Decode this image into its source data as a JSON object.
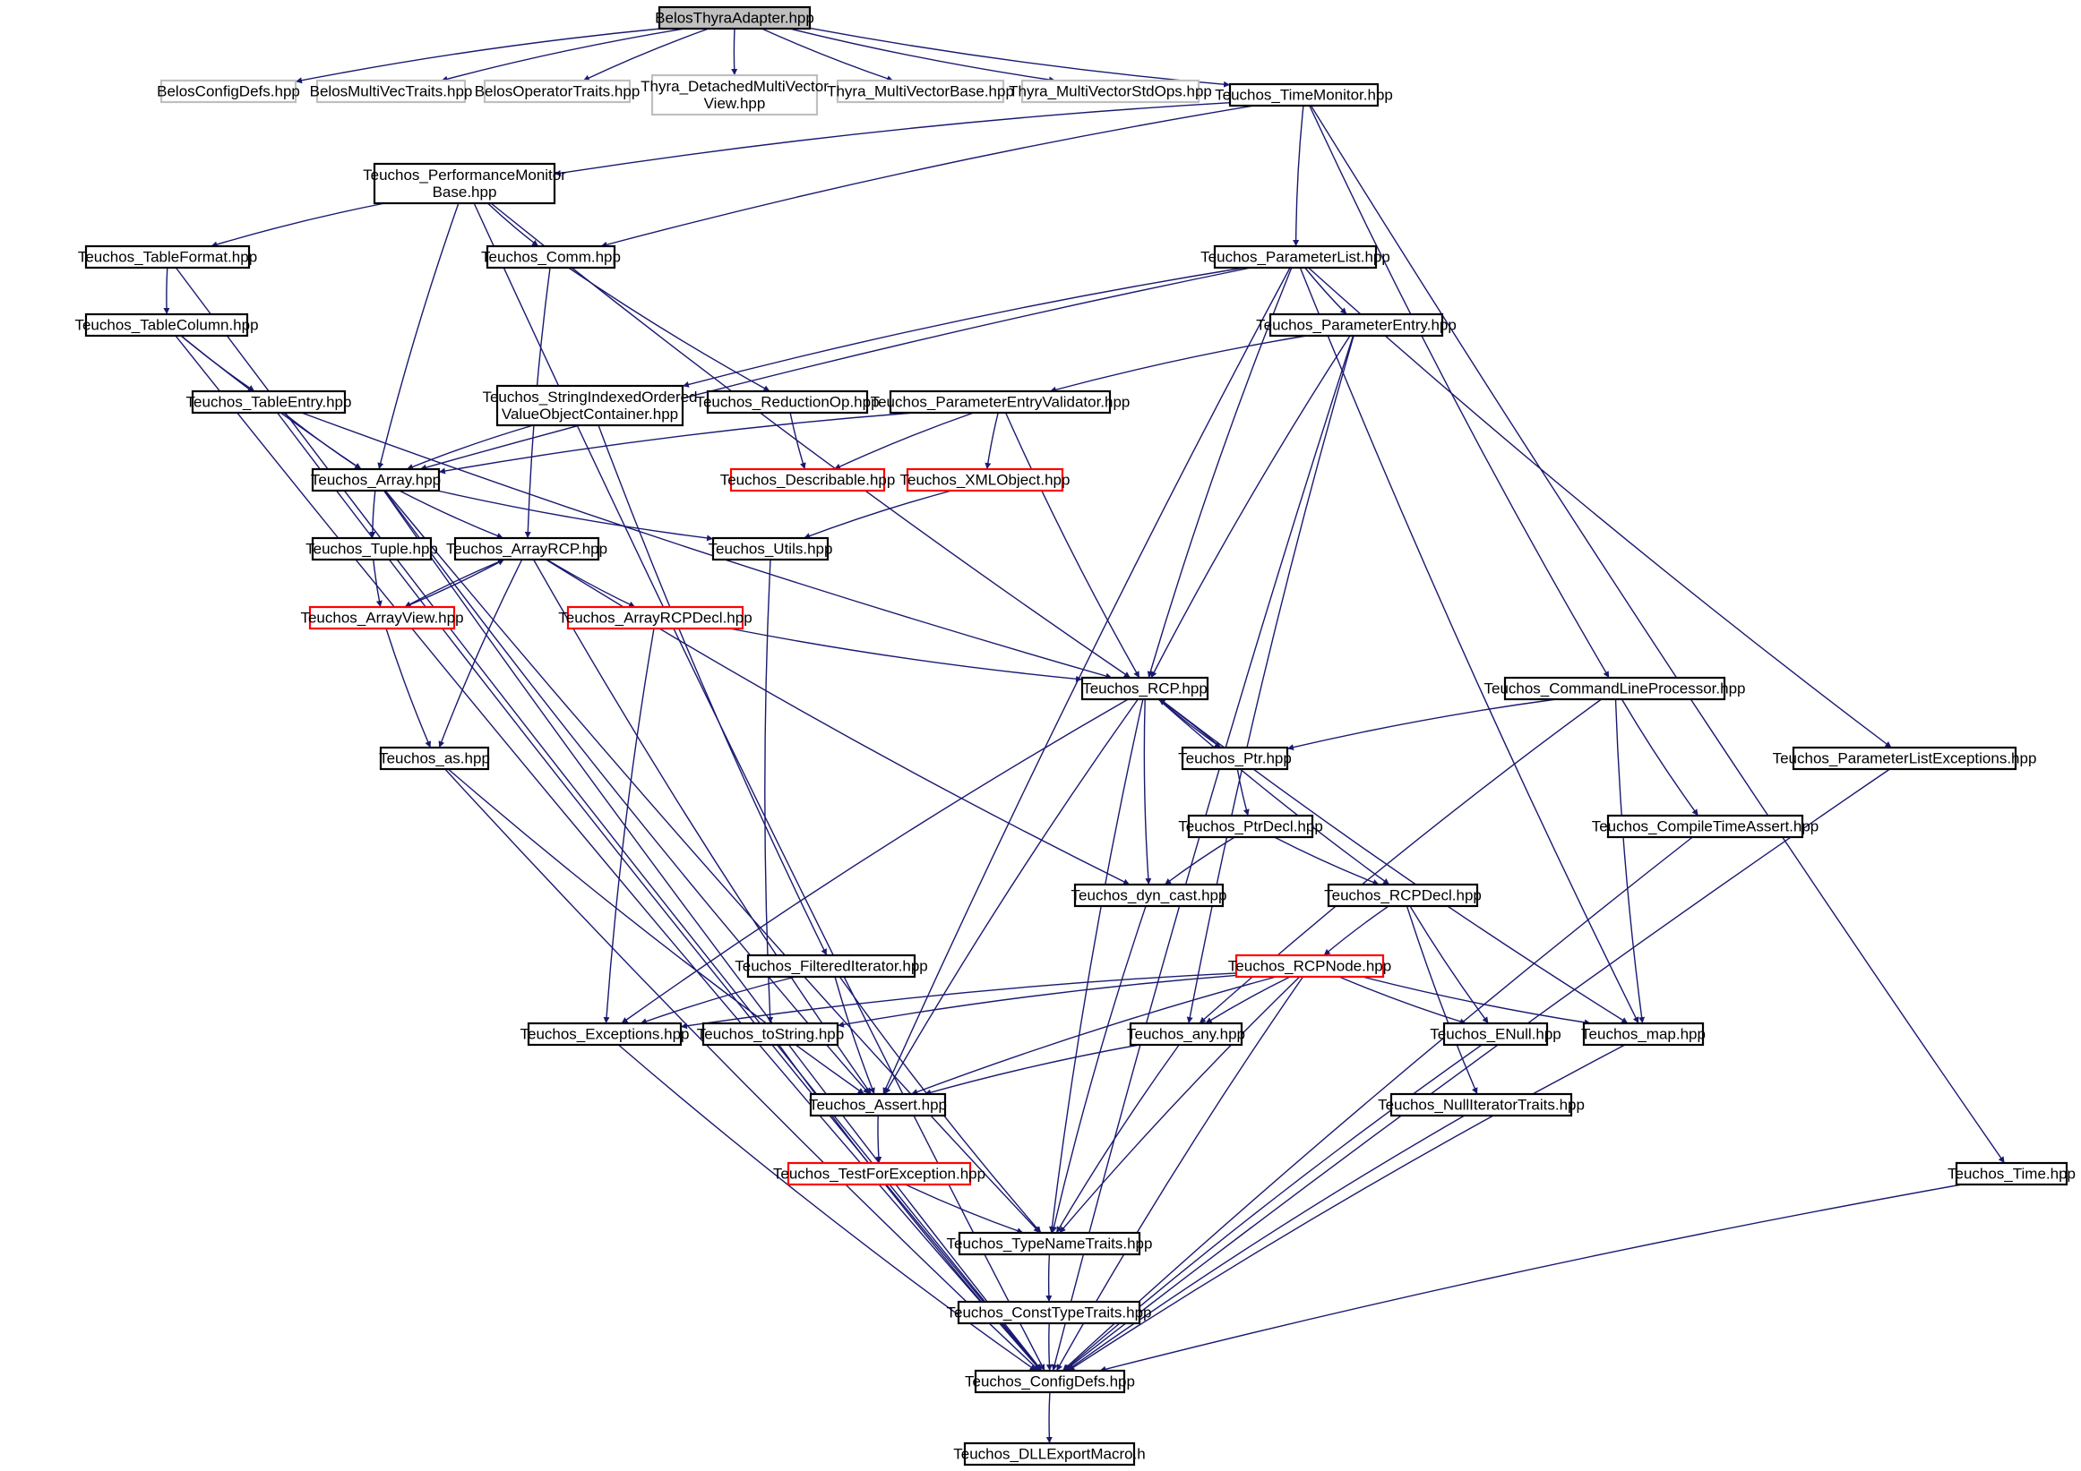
{
  "graph": {
    "colors": {
      "edge": "#191970",
      "root_fill": "#bfbfbf",
      "root_stroke": "#000000",
      "normal_stroke": "#000000",
      "external_stroke": "#bfbfbf",
      "truncated_stroke": "#ff0000",
      "node_fill": "#ffffff"
    },
    "nodes": [
      {
        "id": "root",
        "lines": [
          "BelosThyraAdapter.hpp"
        ],
        "kind": "root"
      },
      {
        "id": "belos_config",
        "lines": [
          "BelosConfigDefs.hpp"
        ],
        "kind": "external"
      },
      {
        "id": "belos_mvt",
        "lines": [
          "BelosMultiVecTraits.hpp"
        ],
        "kind": "external"
      },
      {
        "id": "belos_opt",
        "lines": [
          "BelosOperatorTraits.hpp"
        ],
        "kind": "external"
      },
      {
        "id": "thyra_dmvv",
        "lines": [
          "Thyra_DetachedMultiVector",
          "View.hpp"
        ],
        "kind": "external"
      },
      {
        "id": "thyra_mvb",
        "lines": [
          "Thyra_MultiVectorBase.hpp"
        ],
        "kind": "external"
      },
      {
        "id": "thyra_mvso",
        "lines": [
          "Thyra_MultiVectorStdOps.hpp"
        ],
        "kind": "external"
      },
      {
        "id": "time_monitor",
        "lines": [
          "Teuchos_TimeMonitor.hpp"
        ],
        "kind": "normal"
      },
      {
        "id": "perf_mon",
        "lines": [
          "Teuchos_PerformanceMonitor",
          "Base.hpp"
        ],
        "kind": "normal"
      },
      {
        "id": "table_format",
        "lines": [
          "Teuchos_TableFormat.hpp"
        ],
        "kind": "normal"
      },
      {
        "id": "comm",
        "lines": [
          "Teuchos_Comm.hpp"
        ],
        "kind": "normal"
      },
      {
        "id": "param_list",
        "lines": [
          "Teuchos_ParameterList.hpp"
        ],
        "kind": "normal"
      },
      {
        "id": "table_column",
        "lines": [
          "Teuchos_TableColumn.hpp"
        ],
        "kind": "normal"
      },
      {
        "id": "param_entry",
        "lines": [
          "Teuchos_ParameterEntry.hpp"
        ],
        "kind": "normal"
      },
      {
        "id": "table_entry",
        "lines": [
          "Teuchos_TableEntry.hpp"
        ],
        "kind": "normal"
      },
      {
        "id": "siovoc",
        "lines": [
          "Teuchos_StringIndexedOrdered",
          "ValueObjectContainer.hpp"
        ],
        "kind": "normal"
      },
      {
        "id": "reduction_op",
        "lines": [
          "Teuchos_ReductionOp.hpp"
        ],
        "kind": "normal"
      },
      {
        "id": "pev",
        "lines": [
          "Teuchos_ParameterEntryValidator.hpp"
        ],
        "kind": "normal"
      },
      {
        "id": "describable",
        "lines": [
          "Teuchos_Describable.hpp"
        ],
        "kind": "truncated"
      },
      {
        "id": "xmlobject",
        "lines": [
          "Teuchos_XMLObject.hpp"
        ],
        "kind": "truncated"
      },
      {
        "id": "array",
        "lines": [
          "Teuchos_Array.hpp"
        ],
        "kind": "normal"
      },
      {
        "id": "tuple",
        "lines": [
          "Teuchos_Tuple.hpp"
        ],
        "kind": "normal"
      },
      {
        "id": "array_rcp",
        "lines": [
          "Teuchos_ArrayRCP.hpp"
        ],
        "kind": "normal"
      },
      {
        "id": "utils",
        "lines": [
          "Teuchos_Utils.hpp"
        ],
        "kind": "normal"
      },
      {
        "id": "array_view",
        "lines": [
          "Teuchos_ArrayView.hpp"
        ],
        "kind": "truncated"
      },
      {
        "id": "array_rcp_decl",
        "lines": [
          "Teuchos_ArrayRCPDecl.hpp"
        ],
        "kind": "truncated"
      },
      {
        "id": "rcp",
        "lines": [
          "Teuchos_RCP.hpp"
        ],
        "kind": "normal"
      },
      {
        "id": "clp",
        "lines": [
          "Teuchos_CommandLineProcessor.hpp"
        ],
        "kind": "normal"
      },
      {
        "id": "as",
        "lines": [
          "Teuchos_as.hpp"
        ],
        "kind": "normal"
      },
      {
        "id": "ptr",
        "lines": [
          "Teuchos_Ptr.hpp"
        ],
        "kind": "normal"
      },
      {
        "id": "ple",
        "lines": [
          "Teuchos_ParameterListExceptions.hpp"
        ],
        "kind": "normal"
      },
      {
        "id": "ptr_decl",
        "lines": [
          "Teuchos_PtrDecl.hpp"
        ],
        "kind": "normal"
      },
      {
        "id": "cta",
        "lines": [
          "Teuchos_CompileTimeAssert.hpp"
        ],
        "kind": "normal"
      },
      {
        "id": "dyn_cast",
        "lines": [
          "Teuchos_dyn_cast.hpp"
        ],
        "kind": "normal"
      },
      {
        "id": "rcp_decl",
        "lines": [
          "Teuchos_RCPDecl.hpp"
        ],
        "kind": "normal"
      },
      {
        "id": "filtered_iter",
        "lines": [
          "Teuchos_FilteredIterator.hpp"
        ],
        "kind": "normal"
      },
      {
        "id": "rcp_node",
        "lines": [
          "Teuchos_RCPNode.hpp"
        ],
        "kind": "truncated"
      },
      {
        "id": "exceptions",
        "lines": [
          "Teuchos_Exceptions.hpp"
        ],
        "kind": "normal"
      },
      {
        "id": "tostring",
        "lines": [
          "Teuchos_toString.hpp"
        ],
        "kind": "normal"
      },
      {
        "id": "any",
        "lines": [
          "Teuchos_any.hpp"
        ],
        "kind": "normal"
      },
      {
        "id": "enull",
        "lines": [
          "Teuchos_ENull.hpp"
        ],
        "kind": "normal"
      },
      {
        "id": "map",
        "lines": [
          "Teuchos_map.hpp"
        ],
        "kind": "normal"
      },
      {
        "id": "assert",
        "lines": [
          "Teuchos_Assert.hpp"
        ],
        "kind": "normal"
      },
      {
        "id": "null_iter",
        "lines": [
          "Teuchos_NullIteratorTraits.hpp"
        ],
        "kind": "normal"
      },
      {
        "id": "test_for_exc",
        "lines": [
          "Teuchos_TestForException.hpp"
        ],
        "kind": "truncated"
      },
      {
        "id": "time",
        "lines": [
          "Teuchos_Time.hpp"
        ],
        "kind": "normal"
      },
      {
        "id": "typename_traits",
        "lines": [
          "Teuchos_TypeNameTraits.hpp"
        ],
        "kind": "normal"
      },
      {
        "id": "const_type_traits",
        "lines": [
          "Teuchos_ConstTypeTraits.hpp"
        ],
        "kind": "normal"
      },
      {
        "id": "config_defs",
        "lines": [
          "Teuchos_ConfigDefs.hpp"
        ],
        "kind": "normal"
      },
      {
        "id": "dll_export",
        "lines": [
          "Teuchos_DLLExportMacro.h"
        ],
        "kind": "normal"
      }
    ],
    "edges": [
      [
        "root",
        "belos_config"
      ],
      [
        "root",
        "belos_mvt"
      ],
      [
        "root",
        "belos_opt"
      ],
      [
        "root",
        "thyra_dmvv"
      ],
      [
        "root",
        "thyra_mvb"
      ],
      [
        "root",
        "thyra_mvso"
      ],
      [
        "root",
        "time_monitor"
      ],
      [
        "time_monitor",
        "perf_mon"
      ],
      [
        "time_monitor",
        "comm"
      ],
      [
        "time_monitor",
        "param_list"
      ],
      [
        "time_monitor",
        "clp"
      ],
      [
        "time_monitor",
        "time"
      ],
      [
        "perf_mon",
        "table_format"
      ],
      [
        "perf_mon",
        "comm"
      ],
      [
        "perf_mon",
        "array"
      ],
      [
        "perf_mon",
        "rcp"
      ],
      [
        "perf_mon",
        "config_defs"
      ],
      [
        "table_format",
        "table_column"
      ],
      [
        "table_format",
        "config_defs"
      ],
      [
        "table_column",
        "table_entry"
      ],
      [
        "table_column",
        "array"
      ],
      [
        "table_column",
        "config_defs"
      ],
      [
        "table_entry",
        "array"
      ],
      [
        "table_entry",
        "rcp"
      ],
      [
        "table_entry",
        "config_defs"
      ],
      [
        "comm",
        "reduction_op"
      ],
      [
        "comm",
        "array_rcp"
      ],
      [
        "reduction_op",
        "describable"
      ],
      [
        "param_list",
        "param_entry"
      ],
      [
        "param_list",
        "siovoc"
      ],
      [
        "param_list",
        "array"
      ],
      [
        "param_list",
        "rcp"
      ],
      [
        "param_list",
        "assert"
      ],
      [
        "param_list",
        "map"
      ],
      [
        "param_list",
        "ple"
      ],
      [
        "param_entry",
        "pev"
      ],
      [
        "param_entry",
        "rcp"
      ],
      [
        "param_entry",
        "any"
      ],
      [
        "param_entry",
        "config_defs"
      ],
      [
        "siovoc",
        "array"
      ],
      [
        "siovoc",
        "filtered_iter"
      ],
      [
        "pev",
        "array"
      ],
      [
        "pev",
        "describable"
      ],
      [
        "pev",
        "xmlobject"
      ],
      [
        "pev",
        "rcp"
      ],
      [
        "xmlobject",
        "utils"
      ],
      [
        "array",
        "tuple"
      ],
      [
        "array",
        "array_rcp"
      ],
      [
        "array",
        "utils"
      ],
      [
        "array",
        "assert"
      ],
      [
        "array",
        "typename_traits"
      ],
      [
        "array",
        "config_defs"
      ],
      [
        "tuple",
        "array_view"
      ],
      [
        "array_rcp",
        "array_view"
      ],
      [
        "array_rcp",
        "array_rcp_decl"
      ],
      [
        "array_rcp",
        "as"
      ],
      [
        "array_rcp",
        "assert"
      ],
      [
        "array_rcp",
        "dyn_cast"
      ],
      [
        "array_view",
        "array_rcp"
      ],
      [
        "array_view",
        "as"
      ],
      [
        "utils",
        "tostring"
      ],
      [
        "array_rcp_decl",
        "rcp"
      ],
      [
        "array_rcp_decl",
        "exceptions"
      ],
      [
        "rcp",
        "ptr"
      ],
      [
        "rcp",
        "dyn_cast"
      ],
      [
        "rcp",
        "rcp_decl"
      ],
      [
        "rcp",
        "exceptions"
      ],
      [
        "rcp",
        "assert"
      ],
      [
        "rcp",
        "typename_traits"
      ],
      [
        "rcp",
        "map"
      ],
      [
        "ptr",
        "rcp"
      ],
      [
        "ptr",
        "ptr_decl"
      ],
      [
        "clp",
        "ptr"
      ],
      [
        "clp",
        "cta"
      ],
      [
        "clp",
        "map"
      ],
      [
        "clp",
        "any"
      ],
      [
        "ple",
        "config_defs"
      ],
      [
        "cta",
        "config_defs"
      ],
      [
        "ptr_decl",
        "dyn_cast"
      ],
      [
        "ptr_decl",
        "rcp_decl"
      ],
      [
        "as",
        "assert"
      ],
      [
        "as",
        "config_defs"
      ],
      [
        "dyn_cast",
        "typename_traits"
      ],
      [
        "rcp_decl",
        "rcp_node"
      ],
      [
        "rcp_decl",
        "enull"
      ],
      [
        "rcp_decl",
        "null_iter"
      ],
      [
        "filtered_iter",
        "exceptions"
      ],
      [
        "filtered_iter",
        "assert"
      ],
      [
        "filtered_iter",
        "typename_traits"
      ],
      [
        "rcp_node",
        "exceptions"
      ],
      [
        "rcp_node",
        "tostring"
      ],
      [
        "rcp_node",
        "any"
      ],
      [
        "rcp_node",
        "assert"
      ],
      [
        "rcp_node",
        "enull"
      ],
      [
        "rcp_node",
        "map"
      ],
      [
        "rcp_node",
        "typename_traits"
      ],
      [
        "rcp_node",
        "config_defs"
      ],
      [
        "exceptions",
        "config_defs"
      ],
      [
        "tostring",
        "config_defs"
      ],
      [
        "any",
        "assert"
      ],
      [
        "any",
        "typename_traits"
      ],
      [
        "enull",
        "config_defs"
      ],
      [
        "map",
        "config_defs"
      ],
      [
        "null_iter",
        "config_defs"
      ],
      [
        "assert",
        "test_for_exc"
      ],
      [
        "test_for_exc",
        "typename_traits"
      ],
      [
        "time",
        "config_defs"
      ],
      [
        "typename_traits",
        "const_type_traits"
      ],
      [
        "const_type_traits",
        "config_defs"
      ],
      [
        "config_defs",
        "dll_export"
      ]
    ]
  }
}
